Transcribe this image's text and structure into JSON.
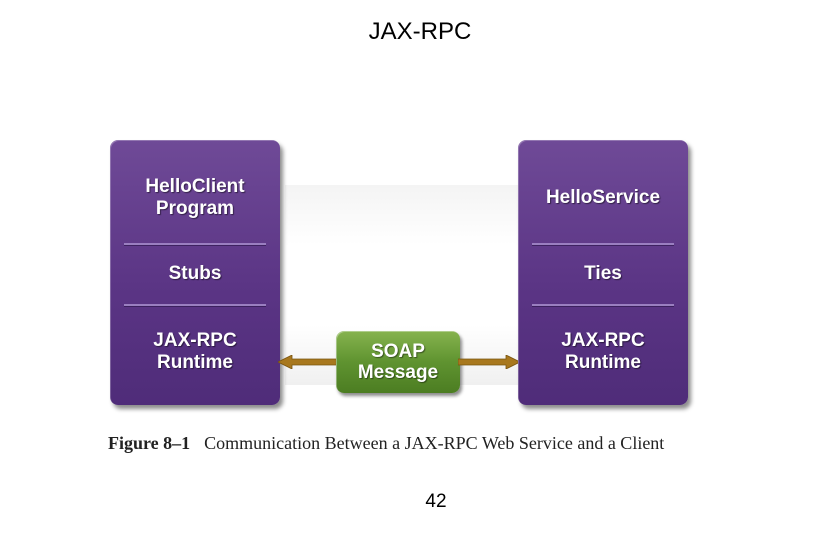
{
  "slide": {
    "title": "JAX-RPC",
    "page_number": "42"
  },
  "diagram": {
    "client_box": {
      "top_label": "HelloClient\nProgram",
      "middle_label": "Stubs",
      "bottom_label": "JAX-RPC\nRuntime"
    },
    "service_box": {
      "top_label": "HelloService",
      "middle_label": "Ties",
      "bottom_label": "JAX-RPC\nRuntime"
    },
    "message_label": "SOAP\nMessage",
    "colors": {
      "box_purple": "#5b3585",
      "message_green": "#5f9330",
      "arrow_brown": "#a8781e"
    }
  },
  "caption": {
    "label": "Figure 8–1",
    "text": "Communication Between a JAX-RPC Web Service and a Client"
  }
}
